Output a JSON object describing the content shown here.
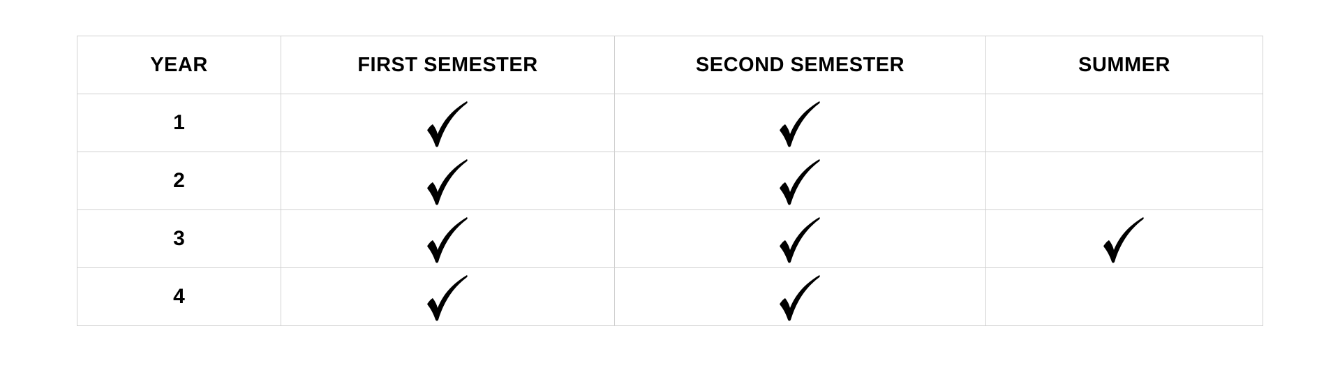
{
  "table": {
    "headers": [
      "YEAR",
      "FIRST SEMESTER",
      "SECOND SEMESTER",
      "SUMMER"
    ],
    "rows": [
      {
        "year": "1",
        "first_semester": true,
        "second_semester": true,
        "summer": false
      },
      {
        "year": "2",
        "first_semester": true,
        "second_semester": true,
        "summer": false
      },
      {
        "year": "3",
        "first_semester": true,
        "second_semester": true,
        "summer": true
      },
      {
        "year": "4",
        "first_semester": true,
        "second_semester": true,
        "summer": false
      }
    ],
    "check_icon": "checkmark-icon",
    "colors": {
      "text": "#000000",
      "border": "#d0d0d0",
      "background": "#ffffff"
    }
  }
}
